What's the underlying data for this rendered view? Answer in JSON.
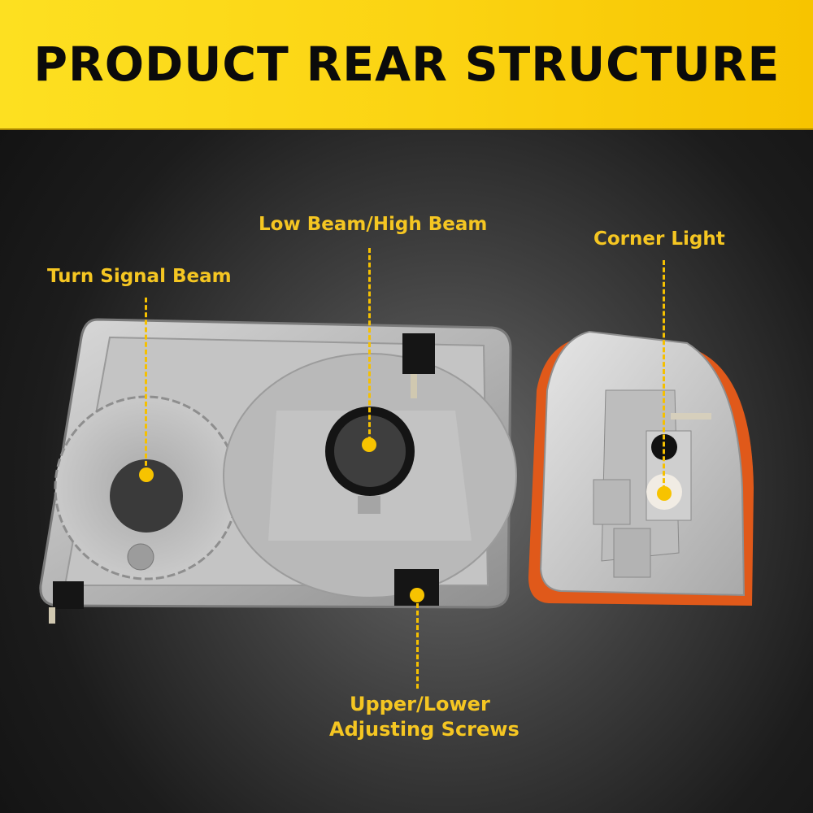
{
  "banner": {
    "title": "PRODUCT REAR STRUCTURE",
    "background_color": "#fbd312",
    "text_color": "#0b0b0b"
  },
  "callouts": [
    {
      "id": "turn-signal-beam",
      "label": "Turn Signal Beam",
      "color": "#f5c622"
    },
    {
      "id": "low-high-beam",
      "label": "Low Beam/High Beam",
      "color": "#f5c622"
    },
    {
      "id": "corner-light",
      "label": "Corner Light",
      "color": "#f5c622"
    },
    {
      "id": "adjusting-screws",
      "label_line1": "Upper/Lower",
      "label_line2": "Adjusting Screws",
      "color": "#f5c622"
    }
  ],
  "products": {
    "headlight": "headlight-housing-rear",
    "corner_light": "corner-light-housing-rear"
  }
}
